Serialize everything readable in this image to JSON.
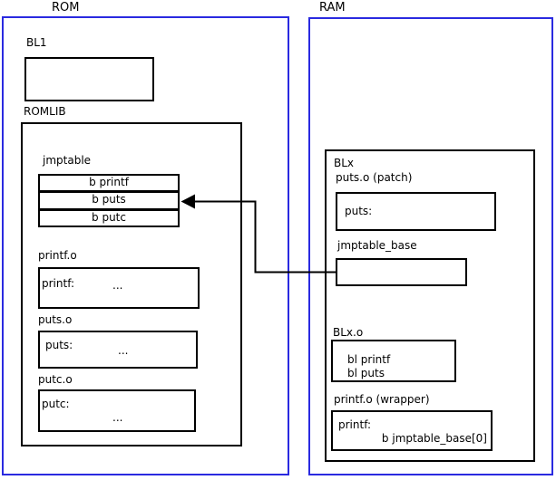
{
  "colors": {
    "frame_blue": "#2a2ae0",
    "line_black": "#000000",
    "background": "#ffffff"
  },
  "rom": {
    "title": "ROM",
    "bl1": {
      "label": "BL1"
    },
    "romlib": {
      "label": "ROMLIB",
      "jmptable": {
        "label": "jmptable",
        "rows": [
          "b printf",
          "b puts",
          "b putc"
        ]
      },
      "objects": [
        {
          "label": "printf.o",
          "symbol": "printf:",
          "body": "..."
        },
        {
          "label": "puts.o",
          "symbol": "puts:",
          "body": "..."
        },
        {
          "label": "putc.o",
          "symbol": "putc:",
          "body": "..."
        }
      ]
    }
  },
  "ram": {
    "title": "RAM",
    "blx": {
      "label": "BLx",
      "puts_patch": {
        "label": "puts.o (patch)",
        "symbol": "puts:"
      },
      "jmptable_base": {
        "label": "jmptable_base"
      },
      "blx_o": {
        "label": "BLx.o",
        "lines": [
          "bl printf",
          "bl puts"
        ]
      },
      "printf_wrapper": {
        "label": "printf.o (wrapper)",
        "symbol": "printf:",
        "branch": "b jmptable_base[0]"
      }
    }
  },
  "connections": [
    {
      "from": "jmptable_base",
      "to": "jmptable row: b puts"
    }
  ]
}
